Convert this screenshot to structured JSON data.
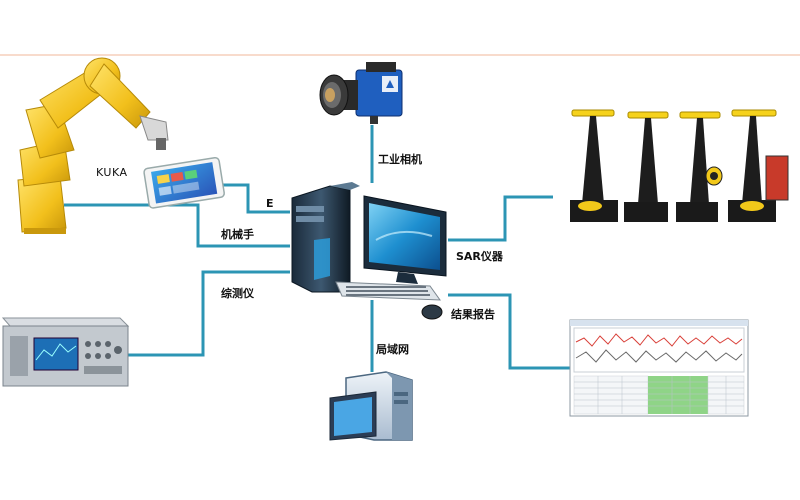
{
  "labels": {
    "kuka": "KUKA",
    "e": "E",
    "arm": "机械手",
    "tester": "综测仪",
    "camera": "工业相机",
    "lan": "局域网",
    "sar": "SAR仪器",
    "report": "结果报告"
  },
  "colors": {
    "connector": "#2c95b4",
    "top_rule": "#f0b79a",
    "robot": "#f1c21b",
    "monitor_screen": "#1f86c7",
    "report_table": "#8fd487"
  }
}
